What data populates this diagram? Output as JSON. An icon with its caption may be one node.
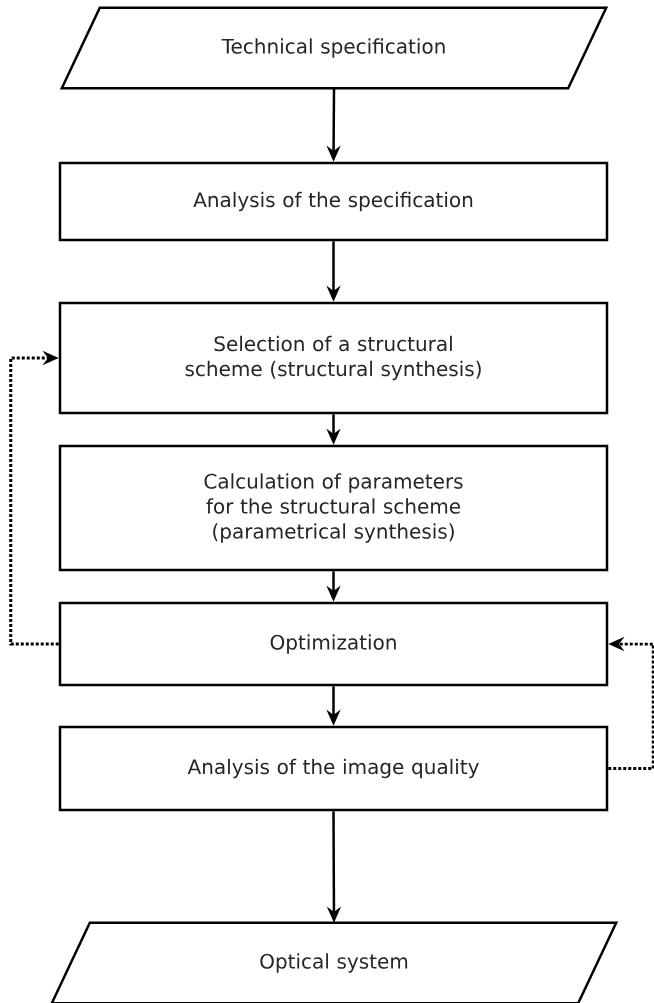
{
  "diagram": {
    "nodes": [
      {
        "text": [
          "Technical specification"
        ]
      },
      {
        "text": [
          "Analysis of the specification"
        ]
      },
      {
        "text": [
          "Selection of a structural scheme (structural synthesis)"
        ]
      },
      {
        "text": [
          "Calculation of parameters for the structural scheme (parametrical synthesis)"
        ]
      },
      {
        "text": [
          "Optimization"
        ]
      },
      {
        "text": [
          "Analysis of the image quality"
        ]
      },
      {
        "text": [
          "Optical system"
        ]
      }
    ],
    "edges": [
      {
        "from": 0,
        "to": 1,
        "arrow": "to"
      },
      {
        "from": 1,
        "to": 2,
        "arrow": "to"
      },
      {
        "from": 2,
        "to": 3,
        "arrow": "to"
      },
      {
        "from": 3,
        "to": 4,
        "arrow": "to"
      },
      {
        "from": 4,
        "to": 5,
        "arrow": "to"
      },
      {
        "from": 5,
        "to": 6,
        "arrow": "to"
      },
      {
        "from": 4,
        "to": 2,
        "arrow": "to",
        "style": "dashed"
      },
      {
        "from": 5,
        "to": 4,
        "arrow": "to",
        "style": "dashed"
      }
    ]
  }
}
